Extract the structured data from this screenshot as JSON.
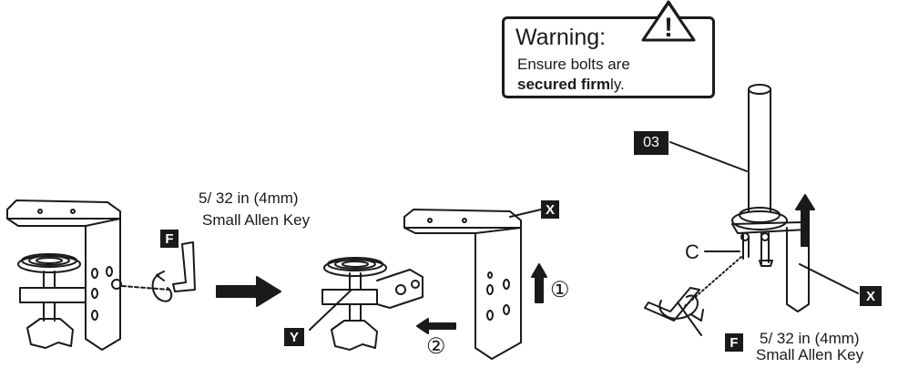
{
  "warning": {
    "title": "Warning:",
    "line1": "Ensure bolts are",
    "line2_bold": "secured firm",
    "line2_rest": "ly.",
    "icon": "exclamation-triangle-icon"
  },
  "step1": {
    "tool_label": "F",
    "allen_key_size": "5/ 32 in (4mm)",
    "allen_key_name": "Small Allen Key",
    "icon": "rotate-icon"
  },
  "step2": {
    "part_x": "X",
    "part_y": "Y",
    "move_up_marker": "①",
    "move_left_marker": "②"
  },
  "step3": {
    "pole_label": "03",
    "bolt_label": "C",
    "part_x": "X",
    "tool_label": "F",
    "allen_key_size": "5/ 32 in (4mm)",
    "allen_key_name": "Small Allen Key"
  },
  "colors": {
    "ink": "#1a1a1a",
    "paper": "#ffffff"
  }
}
